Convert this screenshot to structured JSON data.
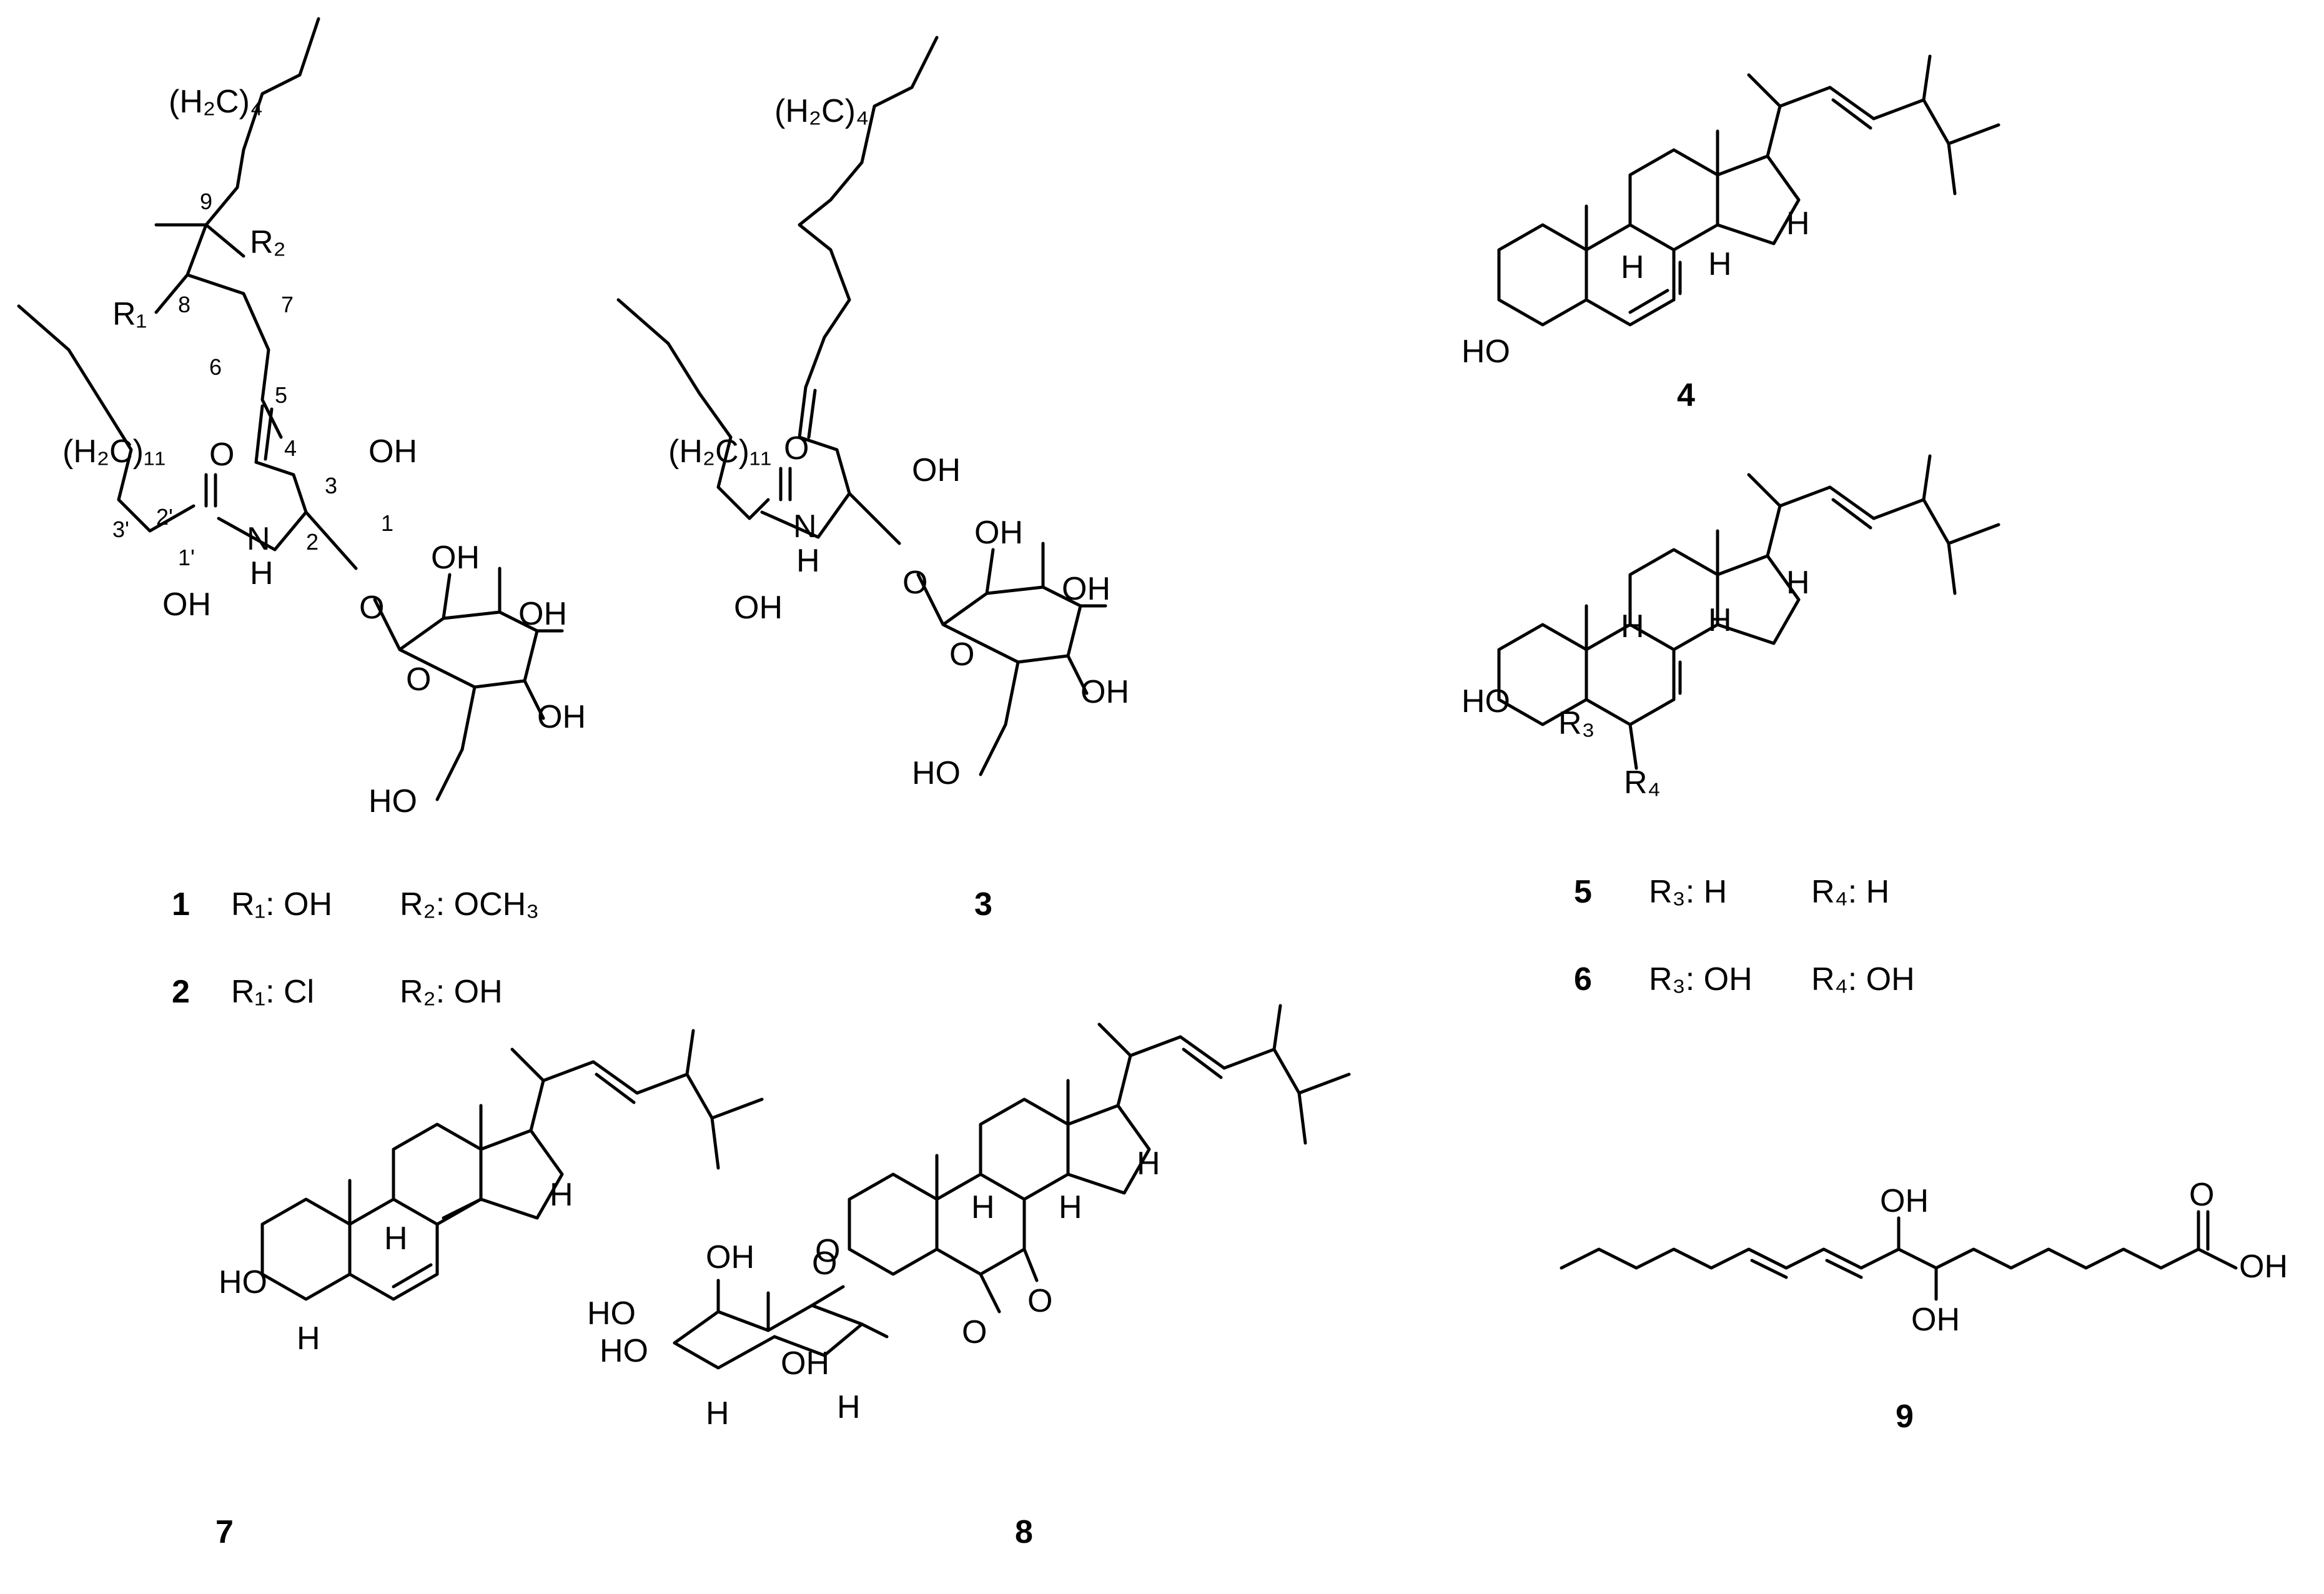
{
  "compounds": [
    {
      "id": "1",
      "r1": "R₁: OH",
      "r2": "R₂: OCH₃"
    },
    {
      "id": "2",
      "r1": "R₁: Cl",
      "r2": "R₂: OH"
    },
    {
      "id": "3"
    },
    {
      "id": "4"
    },
    {
      "id": "5",
      "r3": "R₃: H",
      "r4": "R₄: H"
    },
    {
      "id": "6",
      "r3": "R₃: OH",
      "r4": "R₄: OH"
    },
    {
      "id": "7"
    },
    {
      "id": "8"
    },
    {
      "id": "9"
    }
  ],
  "atoms": {
    "oh": "OH",
    "ho": "HO",
    "o": "O",
    "h": "H",
    "n": "N",
    "nh_h": "H",
    "r1": "R₁",
    "r2": "R₂",
    "r3": "R₃",
    "r4": "R₄",
    "ch2_4": "(H₂C)₄",
    "ch2_11": "(H₂C)₁₁"
  },
  "locants": [
    "1",
    "2",
    "3",
    "4",
    "5",
    "6",
    "7",
    "8",
    "9",
    "1'",
    "2'",
    "3'"
  ]
}
